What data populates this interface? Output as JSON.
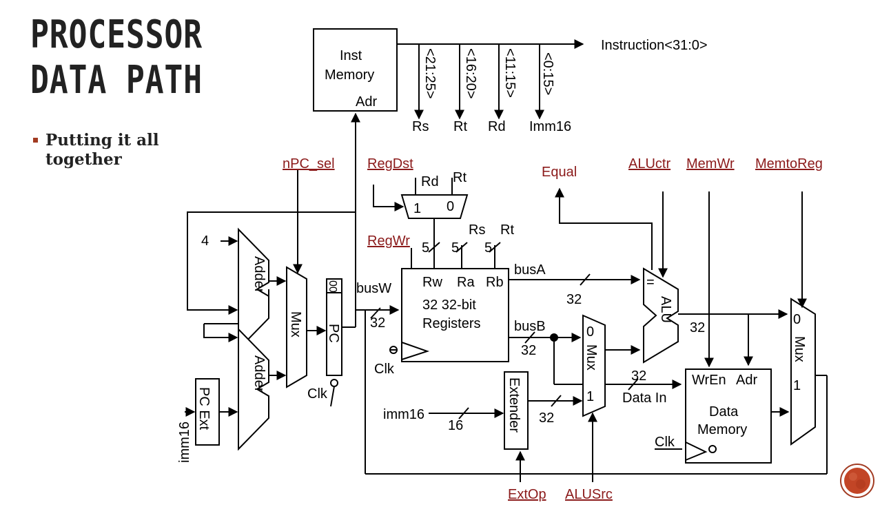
{
  "slide": {
    "title_line1": "PROCESSOR",
    "title_line2": "DATA PATH",
    "bullet": "Putting it all together",
    "accent_color": "#a23b22",
    "control_color": "#8b1a1a"
  },
  "diagram": {
    "inst_memory": {
      "line1": "Inst",
      "line2": "Memory",
      "port": "Adr"
    },
    "instruction_bus": "Instruction<31:0>",
    "fields": [
      "<21:25>",
      "<16:20>",
      "<11:15>",
      "<0:15>"
    ],
    "field_outputs": [
      "Rs",
      "Rt",
      "Rd",
      "Imm16"
    ],
    "controls": {
      "npc_sel": "nPC_sel",
      "regdst": "RegDst",
      "regwr": "RegWr",
      "equal": "Equal",
      "aluctr": "ALUctr",
      "memwr": "MemWr",
      "memtoreg": "MemtoReg",
      "extop": "ExtOp",
      "alusrc": "ALUSrc"
    },
    "regdst_mux": {
      "in_rd": "Rd",
      "in_rt": "Rt",
      "sel1": "1",
      "sel0": "0"
    },
    "reg_inputs": {
      "rs": "Rs",
      "rt": "Rt"
    },
    "widths": {
      "w5a": "5",
      "w5b": "5",
      "w5c": "5",
      "w32w": "32",
      "w32a": "32",
      "w32b": "32",
      "w32ext": "32",
      "w32alu": "32",
      "w32din": "32",
      "w16": "16"
    },
    "register_file": {
      "rw": "Rw",
      "ra": "Ra",
      "rb": "Rb",
      "line1": "32 32-bit",
      "line2": "Registers",
      "clk": "Clk"
    },
    "buses": {
      "busw": "busW",
      "busa": "busA",
      "busb": "busB"
    },
    "pc_logic": {
      "four": "4",
      "adder1": "Adder",
      "adder2": "Adder",
      "mux": "Mux",
      "pc": "PC",
      "pc_bits": "00",
      "clk": "Clk",
      "pc_ext": "PC Ext",
      "imm16": "imm16"
    },
    "extender": {
      "label": "Extender",
      "input": "imm16"
    },
    "alu_mux": {
      "label": "Mux",
      "in0": "0",
      "in1": "1"
    },
    "alu": {
      "label": "ALU",
      "eq": "="
    },
    "data_memory": {
      "wren": "WrEn",
      "adr": "Adr",
      "line1": "Data",
      "line2": "Memory",
      "din": "Data In",
      "clk": "Clk"
    },
    "wb_mux": {
      "label": "Mux",
      "in0": "0",
      "in1": "1"
    }
  }
}
